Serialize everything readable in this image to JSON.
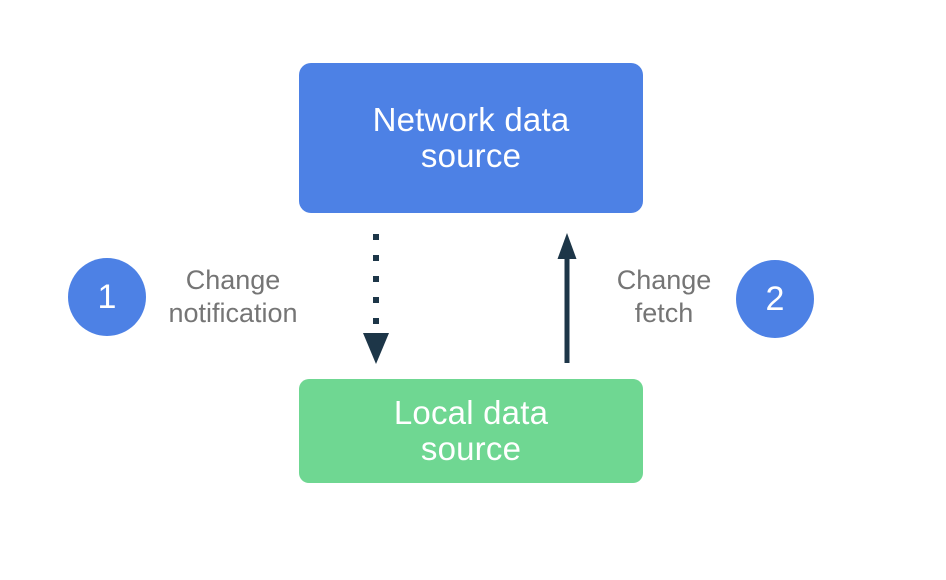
{
  "diagram": {
    "nodes": {
      "network": {
        "line1": "Network data",
        "line2": "source"
      },
      "local": {
        "line1": "Local data",
        "line2": "source"
      }
    },
    "steps": {
      "one": {
        "number": "1",
        "line1": "Change",
        "line2": "notification"
      },
      "two": {
        "number": "2",
        "line1": "Change",
        "line2": "fetch"
      }
    },
    "arrows": {
      "change_notification": "dotted arrow pointing down from network data source to local data source",
      "change_fetch": "solid arrow pointing up from local data source to network data source"
    }
  },
  "colors": {
    "node-blue": "#4d81e5",
    "node-green": "#6fd792",
    "badge-blue": "#4d81e5",
    "arrow-dark": "#1d3648",
    "label-gray": "#757575",
    "background": "#ffffff"
  }
}
